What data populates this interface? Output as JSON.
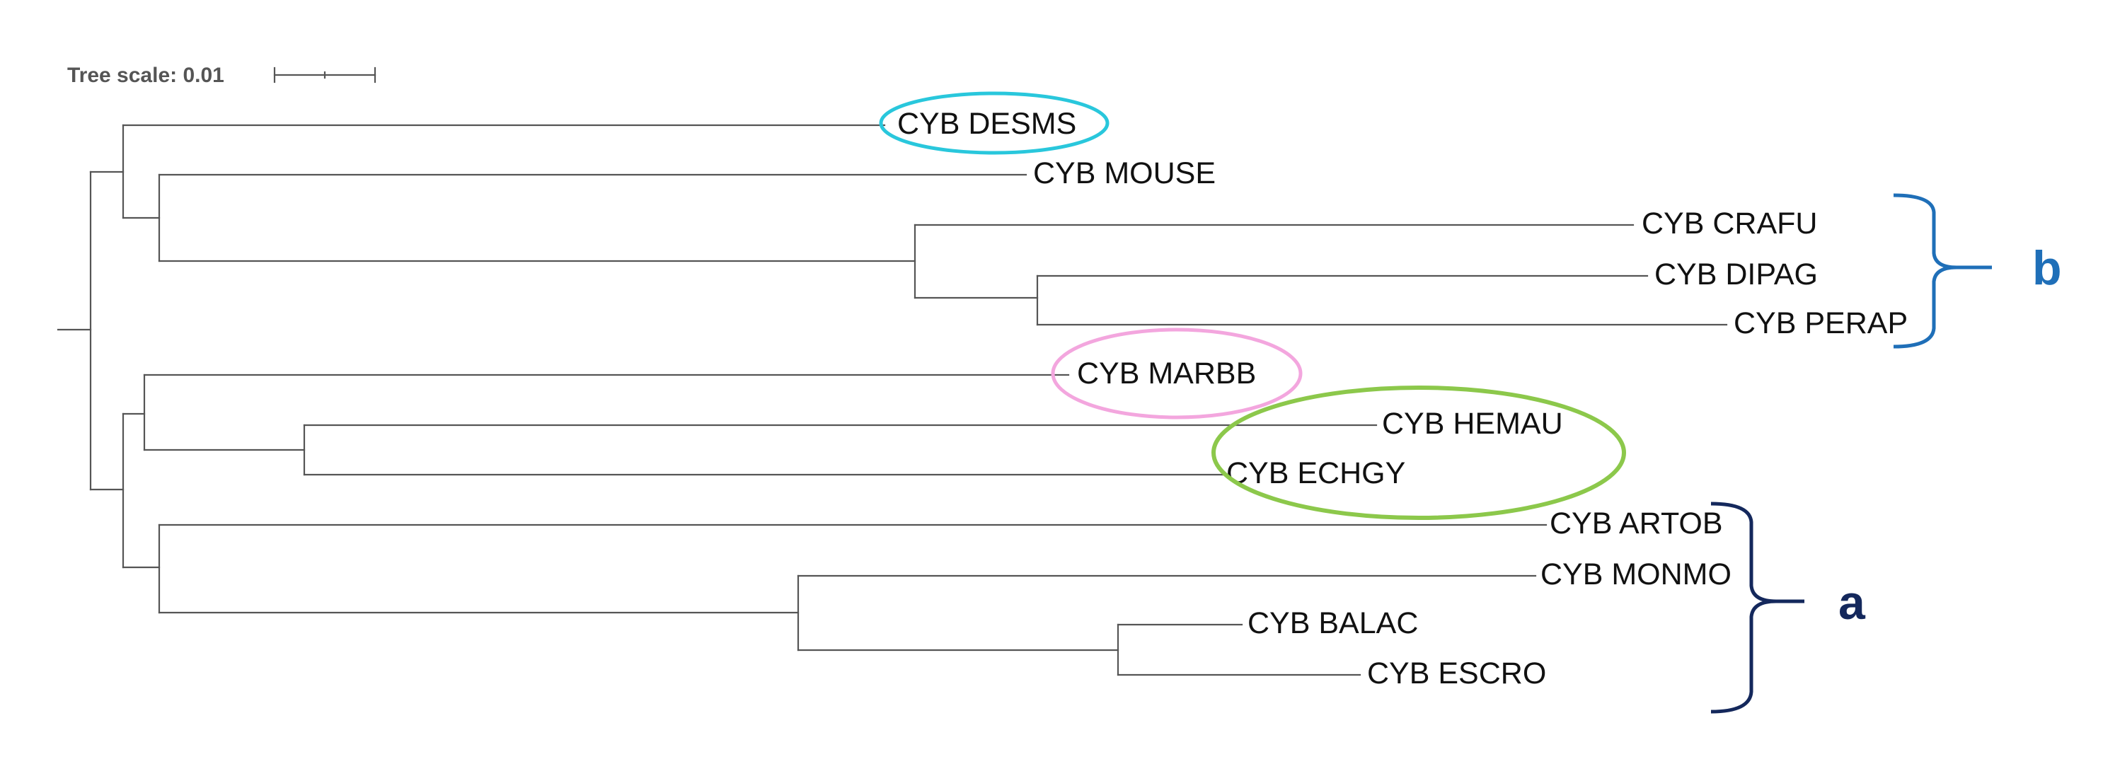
{
  "tree_scale": {
    "label": "Tree scale: 0.01"
  },
  "leaves": [
    "CYB DESMS",
    "CYB MOUSE",
    "CYB CRAFU",
    "CYB DIPAG",
    "CYB PERAP",
    "CYB MARBB",
    "CYB HEMAU",
    "CYB ECHGY",
    "CYB ARTOB",
    "CYB MONMO",
    "CYB BALAC",
    "CYB ESCRO"
  ],
  "groups": [
    {
      "letter": "b",
      "color": "#1f6fb8",
      "members": [
        "CYB CRAFU",
        "CYB DIPAG",
        "CYB PERAP"
      ]
    },
    {
      "letter": "a",
      "color": "#14285c",
      "members": [
        "CYB ARTOB",
        "CYB MONMO",
        "CYB BALAC",
        "CYB ESCRO"
      ]
    }
  ],
  "highlights": [
    {
      "target": "CYB DESMS",
      "color": "#29c7dc"
    },
    {
      "target": "CYB MARBB",
      "color": "#f3a6de"
    },
    {
      "target": "CYB HEMAU / CYB ECHGY",
      "color": "#8cc84b"
    }
  ]
}
